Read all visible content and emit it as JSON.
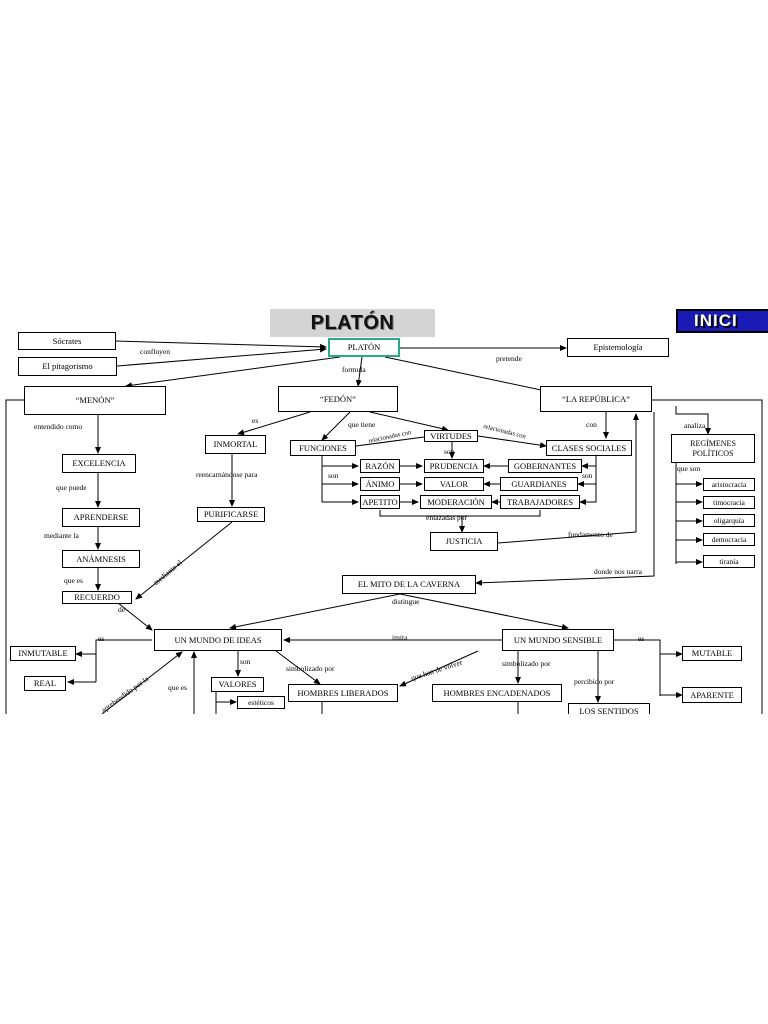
{
  "header": {
    "title": "PLATÓN",
    "inici_button": "INICI"
  },
  "nodes": {
    "socrates": "Sócrates",
    "pitagorismo": "El pitagorismo",
    "platon": "PLATÓN",
    "epistemologia": "Epistemología",
    "menon": "“MENÓN”",
    "fedon": "“FEDÓN”",
    "republica": "“LA REPÚBLICA”",
    "excelencia": "EXCELENCIA",
    "aprenderse": "APRENDERSE",
    "anamnesis": "ANÁMNESIS",
    "recuerdo": "RECUERDO",
    "inmortal": "INMORTAL",
    "purificarse": "PURIFICARSE",
    "funciones": "FUNCIONES",
    "virtudes": "VIRTUDES",
    "clases_sociales": "CLASES SOCIALES",
    "razon": "RAZÓN",
    "animo": "ÁNIMO",
    "apetito": "APETITO",
    "prudencia": "PRUDENCIA",
    "valor": "VALOR",
    "moderacion": "MODERACIÓN",
    "gobernantes": "GOBERNANTES",
    "guardianes": "GUARDIANES",
    "trabajadores": "TRABAJADORES",
    "justicia": "JUSTICIA",
    "regimenes": "REGÍMENES POLÍTICOS",
    "aristocracia": "aristocracia",
    "timocracia": "timocracia",
    "oligarquia": "oligarquía",
    "democracia": "democracia",
    "tirania": "tiranía",
    "mito_caverna": "EL MITO DE LA CAVERNA",
    "mundo_ideas": "UN MUNDO DE IDEAS",
    "mundo_sensible": "UN MUNDO SENSIBLE",
    "inmutable": "INMUTABLE",
    "real": "REAL",
    "mutable": "MUTABLE",
    "aparente": "APARENTE",
    "valores": "VALORES",
    "esteticos": "estéticos",
    "hombres_liberados": "HOMBRES LIBERADOS",
    "hombres_encadenados": "HOMBRES ENCADENADOS",
    "los_sentidos": "LOS SENTIDOS"
  },
  "links": {
    "confluyen": "confluyen",
    "pretende": "pretende",
    "formula": "formula",
    "entendido_como": "entendido como",
    "que_puede": "que puede",
    "mediante_la": "mediante la",
    "que_es_1": "que es",
    "de": "de",
    "es": "es",
    "reencarnandose_para": "reencarnándose para",
    "mediante_el": "mediante el",
    "que_tiene": "que tiene",
    "relacionadas_con_1": "relacionadas con",
    "relacionadas_con_2": "relacionadas con",
    "son_1": "son",
    "son_2": "son",
    "son_3": "son",
    "con": "con",
    "enlazadas_por": "enlazadas por",
    "fundamento_de": "fundamento de",
    "analiza": "analiza",
    "que_son": "que son",
    "donde_nos_narra": "donde nos narra",
    "distingue": "distingue",
    "es_left": "es",
    "imita": "imita",
    "es_right": "es",
    "son_valores": "son",
    "simbolizado_por_1": "simbolizado por",
    "que_han_de_volver": "que han de volver",
    "simbolizado_por_2": "simbolizado por",
    "percibido_por": "percibido por",
    "aprehendido_por_la": "aprehendido por la",
    "que_es_2": "que es"
  }
}
